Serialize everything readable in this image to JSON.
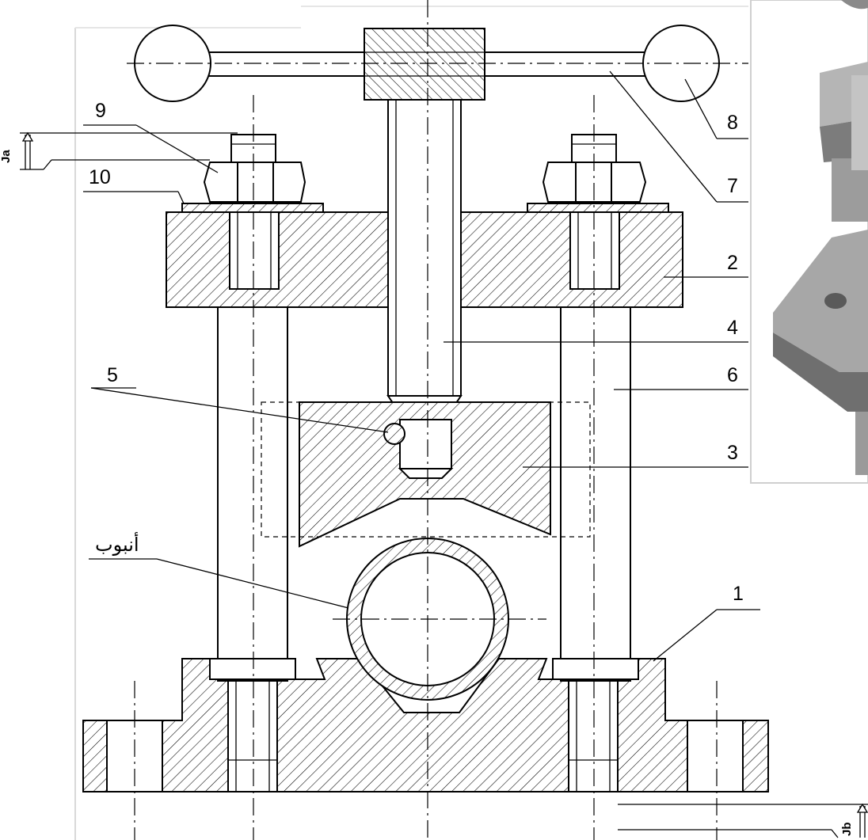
{
  "labels": {
    "p1": "1",
    "p2": "2",
    "p3": "3",
    "p4": "4",
    "p5": "5",
    "p6": "6",
    "p7": "7",
    "p8": "8",
    "p9": "9",
    "p10": "10",
    "pipe": "أنبوب",
    "ja": "Ja",
    "jb": "Jb"
  },
  "colors": {
    "line": "#000000",
    "render_light": "#c8c8c8",
    "render_mid": "#9a9a9a",
    "render_dark": "#5a5a5a",
    "background": "#ffffff"
  }
}
